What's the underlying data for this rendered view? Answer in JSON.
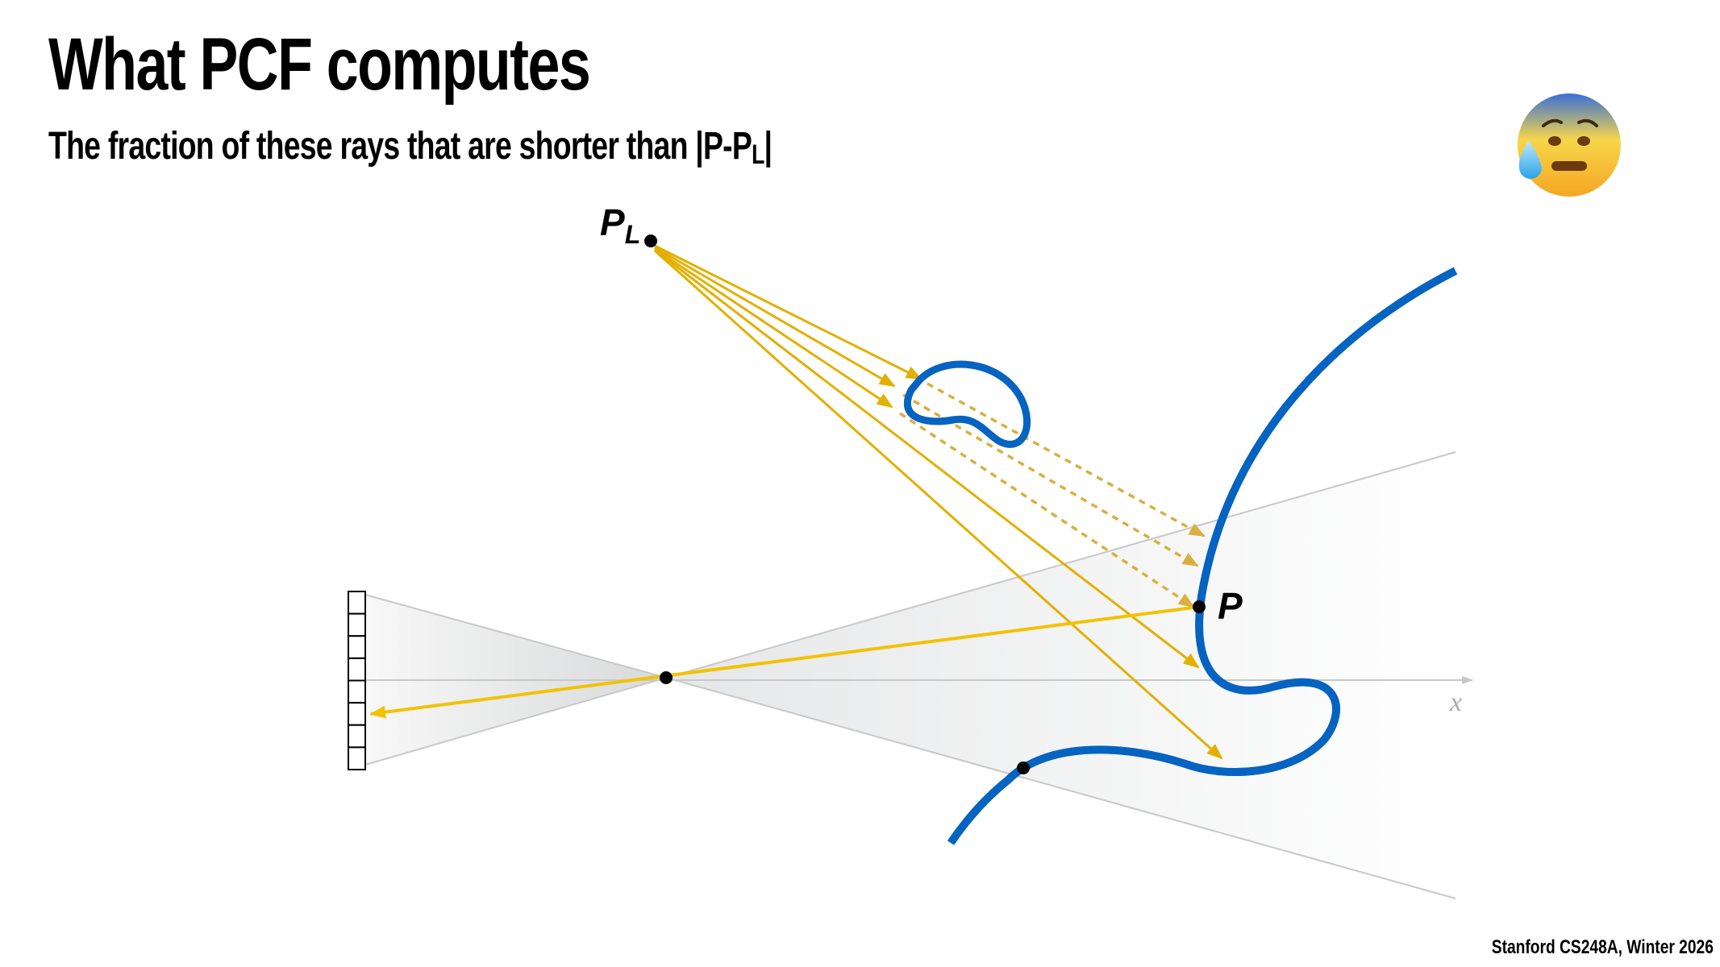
{
  "slide": {
    "title": "What PCF computes",
    "subtitle_main": "The fraction of these rays that are shorter than |P-P",
    "subtitle_sub": "L",
    "subtitle_end": "|",
    "footer": "Stanford CS248A, Winter 2026",
    "emoji": "anxious-face-with-sweat-icon"
  },
  "diagram": {
    "light_label": "P",
    "light_label_sub": "L",
    "point_label": "P",
    "axis_label": "x",
    "film_cells": 8,
    "colors": {
      "surface": "#0563c1",
      "ray": "#e2b000",
      "ray_dashed": "#d9b040",
      "camera_ray": "#f2c200",
      "frustum": "#c8c8c8"
    }
  }
}
